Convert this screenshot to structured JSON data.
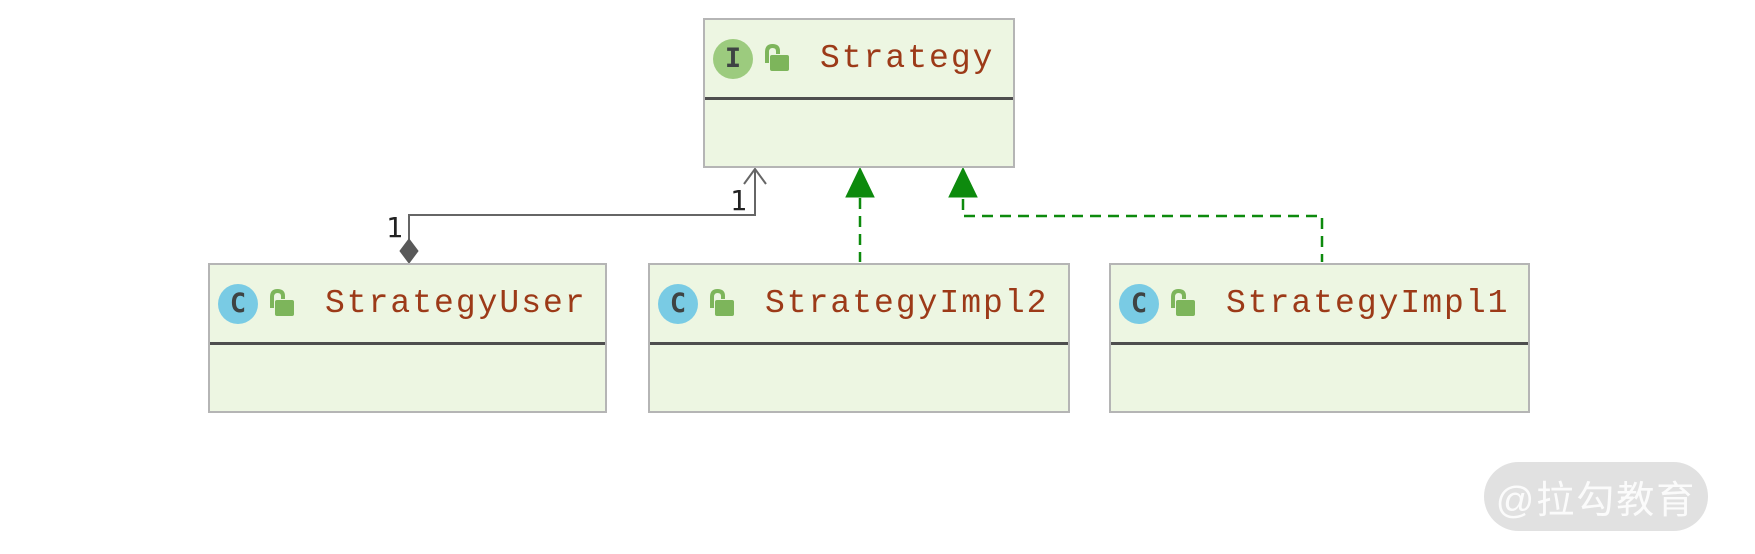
{
  "diagram": {
    "type": "uml-class-diagram",
    "classes": [
      {
        "name": "Strategy",
        "kind": "interface",
        "badge": "I"
      },
      {
        "name": "StrategyUser",
        "kind": "class",
        "badge": "C"
      },
      {
        "name": "StrategyImpl2",
        "kind": "class",
        "badge": "C"
      },
      {
        "name": "StrategyImpl1",
        "kind": "class",
        "badge": "C"
      }
    ],
    "relations": [
      {
        "type": "aggregation",
        "from": "StrategyUser",
        "to": "Strategy",
        "source_multiplicity": "1",
        "target_multiplicity": "1"
      },
      {
        "type": "realization",
        "from": "StrategyImpl2",
        "to": "Strategy"
      },
      {
        "type": "realization",
        "from": "StrategyImpl1",
        "to": "Strategy"
      }
    ],
    "watermark": {
      "text": "@拉勾教育"
    }
  },
  "colors": {
    "box_fill": "#edf6e2",
    "box_border": "#b5b5b5",
    "separator": "#4e4e4e",
    "name_text": "#9c3a18",
    "interface_badge": "#9ccb7e",
    "class_badge": "#79cbe4",
    "badge_letter": "#3e4343",
    "lock_green": "#7db55b",
    "aggregation_line": "#666666",
    "realization_green": "#0d8a0d",
    "multiplicity_text": "#222222",
    "watermark_bg": "#e1e1e1",
    "watermark_text": "#fbfbfb"
  }
}
